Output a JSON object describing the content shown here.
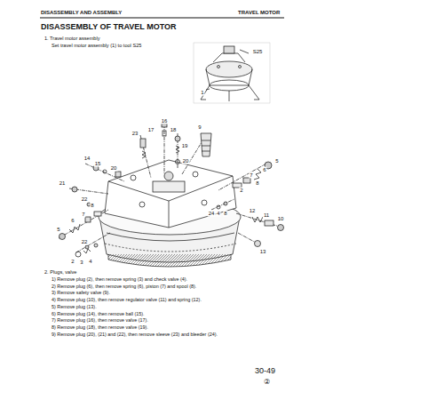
{
  "diagram": {
    "title": "DISASSEMBLY OF TRAVEL MOTOR",
    "labels": [
      "DISASSEMBLY AND ASSEMBLY",
      "TRAVEL MOTOR",
      "1. Travel motor assembly",
      "Set travel motor assembly (1) to tool S25",
      "S25",
      "1",
      "16",
      "17",
      "18",
      "9",
      "23",
      "19",
      "20",
      "5",
      "14",
      "15",
      "20",
      "6",
      "21",
      "7",
      "8",
      "2",
      "24",
      "4",
      "8",
      "22",
      "8",
      "7",
      "6",
      "5",
      "12",
      "11",
      "10",
      "13",
      "22",
      "2",
      "3",
      "4",
      "2. Plugs, valve",
      "1) Remove plug (2), then remove spring (3) and check valve (4).",
      "2) Remove plug (6), then remove spring (6), piston (7) and spool (8).",
      "3) Remove safety valve (9).",
      "4) Remove plug (10), then remove regulator valve (11) and spring (12).",
      "5) Remove plug (13).",
      "6) Remove plug (14), then remove ball (15).",
      "7) Remove plug (16), then remove valve (17).",
      "8) Remove plug (18), then remove valve (19).",
      "9) Remove plug (20), (21) and (22), then remove sleeve (23) and bleeder (24).",
      "30-49",
      "②"
    ]
  }
}
